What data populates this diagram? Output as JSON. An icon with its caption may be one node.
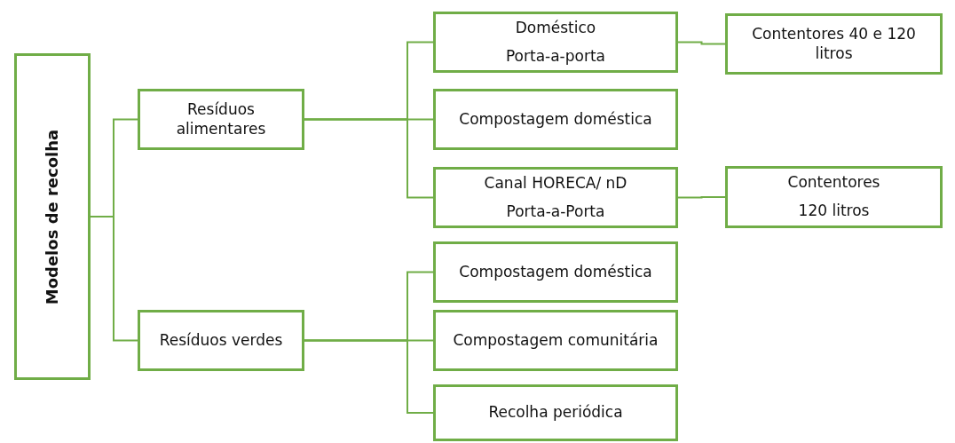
{
  "diagram": {
    "nodes": [
      {
        "text": [
          "Modelos de recolha"
        ]
      },
      {
        "text": [
          "Resíduos alimentares"
        ]
      },
      {
        "text": [
          "Resíduos verdes"
        ]
      },
      {
        "text": [
          "Doméstico",
          "Porta-a-porta"
        ]
      },
      {
        "text": [
          "Compostagem doméstica"
        ]
      },
      {
        "text": [
          "Canal HORECA/ nD",
          "Porta-a-Porta"
        ]
      },
      {
        "text": [
          "Contentores 40 e 120 litros"
        ]
      },
      {
        "text": [
          "Contentores",
          "120 litros"
        ]
      },
      {
        "text": [
          "Compostagem doméstica"
        ]
      },
      {
        "text": [
          "Compostagem comunitária"
        ]
      },
      {
        "text": [
          "Recolha periódica"
        ]
      }
    ],
    "edges": [
      {
        "from": 0,
        "to": 1,
        "arrow": "none"
      },
      {
        "from": 0,
        "to": 2,
        "arrow": "none"
      },
      {
        "from": 1,
        "to": 3,
        "arrow": "none"
      },
      {
        "from": 1,
        "to": 4,
        "arrow": "none"
      },
      {
        "from": 1,
        "to": 5,
        "arrow": "none"
      },
      {
        "from": 3,
        "to": 6,
        "arrow": "none"
      },
      {
        "from": 5,
        "to": 7,
        "arrow": "none"
      },
      {
        "from": 2,
        "to": 8,
        "arrow": "none"
      },
      {
        "from": 2,
        "to": 9,
        "arrow": "none"
      },
      {
        "from": 2,
        "to": 10,
        "arrow": "none"
      }
    ]
  }
}
